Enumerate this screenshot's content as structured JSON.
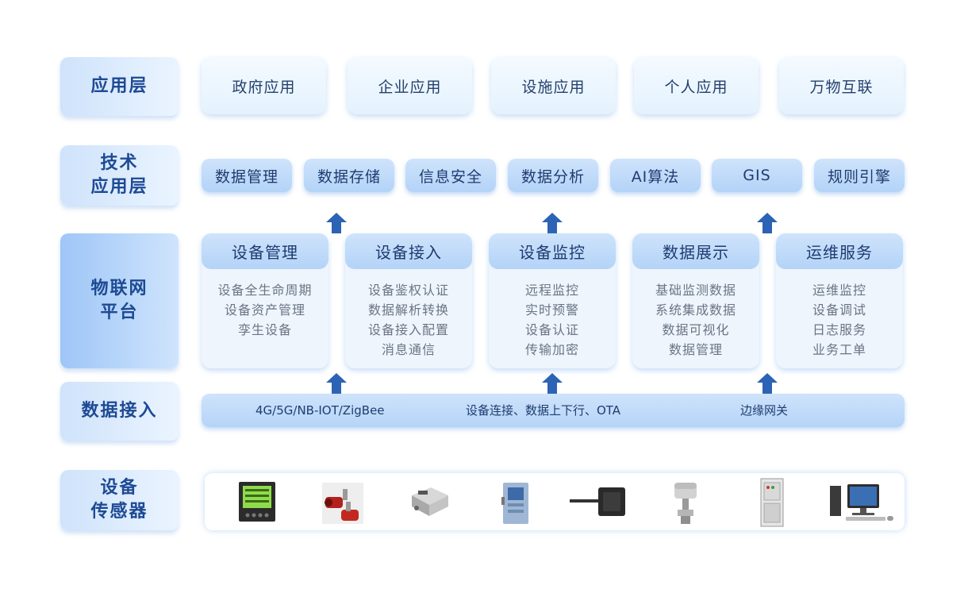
{
  "layers": {
    "application": "应用层",
    "tech_line1": "技术",
    "tech_line2": "应用层",
    "platform_line1": "物联网",
    "platform_line2": "平台",
    "access": "数据接入",
    "device_line1": "设备",
    "device_line2": "传感器"
  },
  "applications": [
    "政府应用",
    "企业应用",
    "设施应用",
    "个人应用",
    "万物互联"
  ],
  "tech": [
    "数据管理",
    "数据存储",
    "信息安全",
    "数据分析",
    "AI算法",
    "GIS",
    "规则引擎"
  ],
  "platform": [
    {
      "title": "设备管理",
      "items": [
        "设备全生命周期",
        "设备资产管理",
        "孪生设备"
      ]
    },
    {
      "title": "设备接入",
      "items": [
        "设备鉴权认证",
        "数据解析转换",
        "设备接入配置",
        "消息通信"
      ]
    },
    {
      "title": "设备监控",
      "items": [
        "远程监控",
        "实时预警",
        "设备认证",
        "传输加密"
      ]
    },
    {
      "title": "数据展示",
      "items": [
        "基础监测数据",
        "系统集成数据",
        "数据可视化",
        "数据管理"
      ]
    },
    {
      "title": "运维服务",
      "items": [
        "运维监控",
        "设备调试",
        "日志服务",
        "业务工单"
      ]
    }
  ],
  "access": [
    "4G/5G/NB-IOT/ZigBee",
    "设备连接、数据上下行、OTA",
    "边缘网关"
  ],
  "colors": {
    "accent": "#2c63b4",
    "label_text": "#1e4a94"
  },
  "devices": [
    "power-meter-icon",
    "flow-sensor-icon",
    "junction-box-icon",
    "flow-meter-icon",
    "duct-sensor-icon",
    "valve-actuator-icon",
    "control-cabinet-icon",
    "computer-icon"
  ]
}
